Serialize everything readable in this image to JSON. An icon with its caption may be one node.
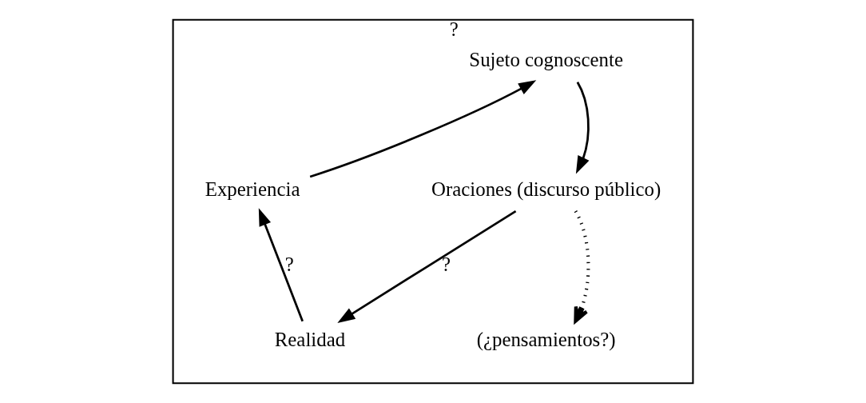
{
  "diagram": {
    "nodes": [
      {
        "text": [],
        "shape": "box"
      },
      {
        "text": [
          "Sujeto cognoscente"
        ],
        "beside": [
          "?"
        ],
        "in": 0
      },
      {
        "text": [
          "Experiencia"
        ],
        "in": 0
      },
      {
        "text": [
          "Oraciones (discurso público)"
        ],
        "in": 0
      },
      {
        "text": [
          "Realidad"
        ],
        "in": 0
      },
      {
        "text": [
          "(¿pensamientos?)"
        ],
        "in": 0
      }
    ],
    "edges": [
      {
        "from": 2,
        "to": 1,
        "arrow": "to"
      },
      {
        "from": 1,
        "to": 3,
        "arrow": "to"
      },
      {
        "from": 3,
        "to": 4,
        "arrow": "to",
        "label": "?"
      },
      {
        "from": 4,
        "to": 2,
        "arrow": "to",
        "label": "?"
      },
      {
        "from": 3,
        "to": 5,
        "arrow": "to",
        "style": "dashed"
      }
    ]
  }
}
